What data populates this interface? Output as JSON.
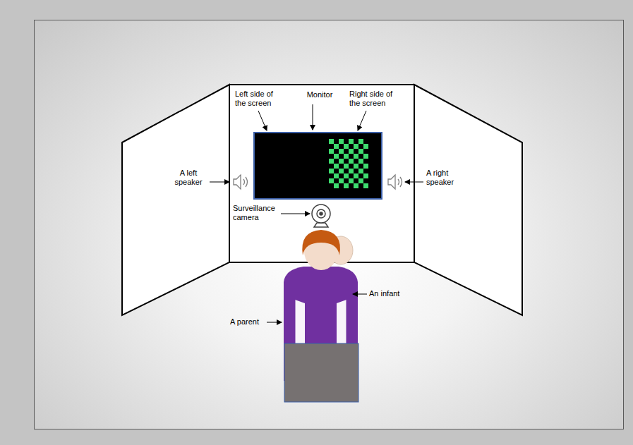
{
  "diagram": {
    "labels": [
      "Left side of the screen",
      "Monitor",
      "Right side of the screen",
      "A left speaker",
      "A right speaker",
      "Surveillance camera",
      "An infant",
      "A parent"
    ]
  }
}
